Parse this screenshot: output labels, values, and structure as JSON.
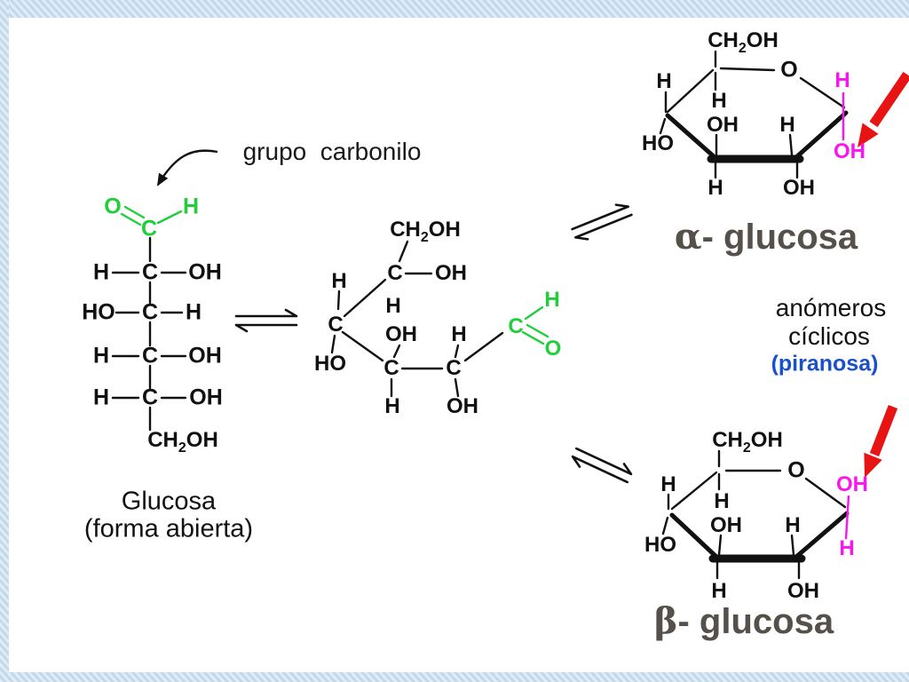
{
  "palette": {
    "carbonyl_green": "#1fce3a",
    "anomeric_magenta": "#fa14f0",
    "arrow_red": "#e81414",
    "pyranose_blue": "#1b50cc",
    "species_label_gray": "#56504a",
    "frame_blue": "#cfe2f1",
    "background": "#ffffff"
  },
  "ch2oh": {
    "pre": "CH",
    "sub": "2",
    "post": "OH"
  },
  "open_chain": {
    "annotation": "grupo  carbonilo",
    "carbonyl": {
      "o": "O",
      "c": "C",
      "h": "H"
    },
    "rows": [
      {
        "left": "H",
        "center": "C",
        "right": "OH"
      },
      {
        "left": "HO",
        "center": "C",
        "right": "H"
      },
      {
        "left": "H",
        "center": "C",
        "right": "OH"
      },
      {
        "left": "H",
        "center": "C",
        "right": "OH"
      }
    ],
    "caption_line1": "Glucosa",
    "caption_line2": "(forma abierta)"
  },
  "intermediate": {
    "c_top": "C",
    "oh_top": "OH",
    "h_left": "H",
    "h_under_top": "H",
    "c_left": "C",
    "oh_inner": "OH",
    "h_inner": "H",
    "ho_left": "HO",
    "c_bottom_left": "C",
    "c_bottom_right": "C",
    "h_below": "H",
    "oh_below": "OH",
    "carbonyl": {
      "c": "C",
      "h": "H",
      "o": "O"
    }
  },
  "alpha_ring": {
    "ring_o": "O",
    "h_top_left": "H",
    "h_inner_top": "H",
    "oh_inner": "OH",
    "h_inner_right": "H",
    "ho_left": "HO",
    "h_bottom": "H",
    "oh_bottom": "OH",
    "anomeric_h": "H",
    "anomeric_oh": "OH",
    "label_symbol": "α",
    "label_text": "- glucosa"
  },
  "beta_ring": {
    "ring_o": "O",
    "h_top_left": "H",
    "h_inner_top": "H",
    "oh_inner": "OH",
    "h_inner_right": "H",
    "ho_left": "HO",
    "h_bottom": "H",
    "oh_bottom": "OH",
    "anomeric_oh": "OH",
    "anomeric_h": "H",
    "label_symbol": "β",
    "label_text": "- glucosa"
  },
  "side_text": {
    "line1": "anómeros",
    "line2": "cíclicos",
    "line3": "(piranosa)"
  }
}
